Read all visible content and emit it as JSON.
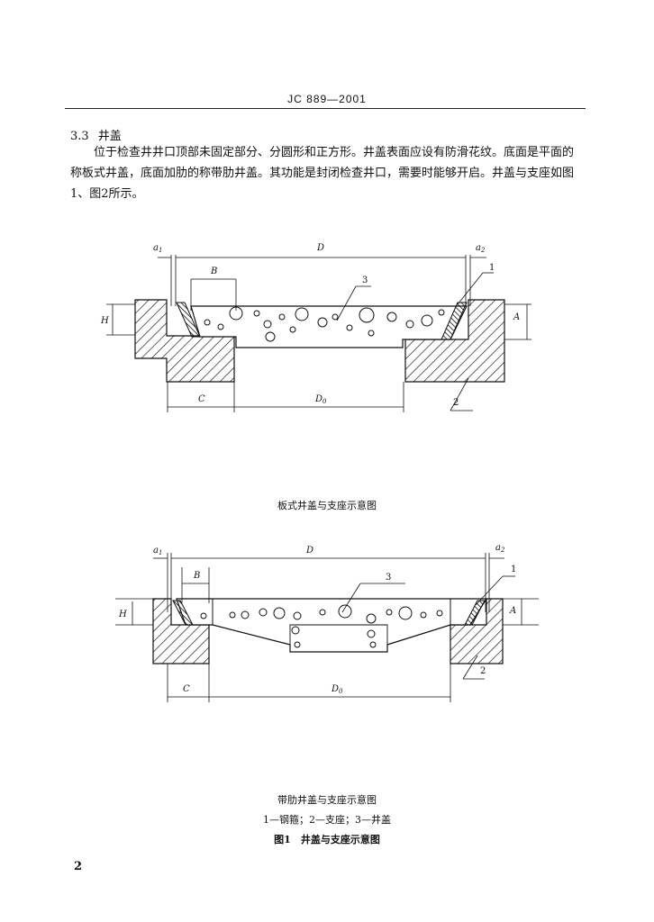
{
  "header": {
    "code": "JC 889—2001"
  },
  "section": {
    "number": "3.3",
    "title": "井盖",
    "paragraph": "位于检查井井口顶部未固定部分、分圆形和正方形。井盖表面应设有防滑花纹。底面是平面的称板式井盖，底面加肋的称带肋井盖。其功能是封闭检查井口，需要时能够开启。井盖与支座如图 1、图2所示。"
  },
  "figure1": {
    "caption": "板式井盖与支座示意图",
    "labels": {
      "D": "D",
      "D0": "D",
      "D0_sub": "0",
      "B": "B",
      "C": "C",
      "H": "H",
      "A": "A",
      "a1": "a",
      "a1_sub": "1",
      "a2": "a",
      "a2_sub": "2",
      "n1": "1",
      "n2": "2",
      "n3": "3"
    }
  },
  "figure2": {
    "caption": "带肋井盖与支座示意图",
    "labels": {
      "D": "D",
      "D0": "D",
      "D0_sub": "0",
      "B": "B",
      "C": "C",
      "H": "H",
      "A": "A",
      "a1": "a",
      "a1_sub": "1",
      "a2": "a",
      "a2_sub": "2",
      "n1": "1",
      "n2": "2",
      "n3": "3"
    }
  },
  "legend": "1—钢箍；2—支座；3—井盖",
  "figure_title": "图1　井盖与支座示意图",
  "page_number": "2"
}
